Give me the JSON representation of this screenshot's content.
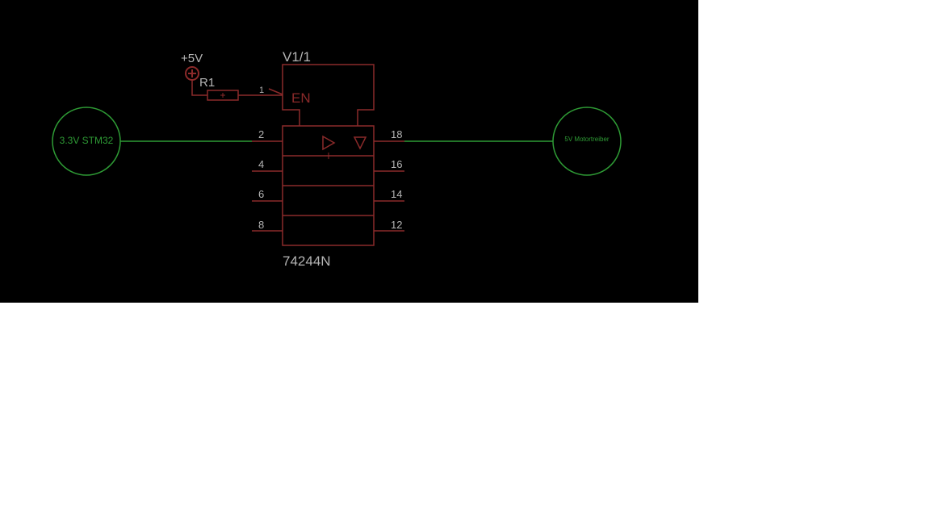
{
  "colors": {
    "background": "#000000",
    "page": "#ffffff",
    "part": "#8b2a2a",
    "wire": "#2e9b35",
    "text": "#b4b4b4"
  },
  "supply": {
    "label": "+5V"
  },
  "resistor": {
    "name": "R1"
  },
  "ic": {
    "gate_name": "V1/1",
    "part_name": "74244N",
    "enable_label": "EN",
    "enable_pin": "1",
    "input_pins": [
      "2",
      "4",
      "6",
      "8"
    ],
    "output_pins": [
      "18",
      "16",
      "14",
      "12"
    ]
  },
  "connectors": {
    "left": {
      "label": "3.3V STM32"
    },
    "right": {
      "label": "5V Motortreiber"
    }
  }
}
